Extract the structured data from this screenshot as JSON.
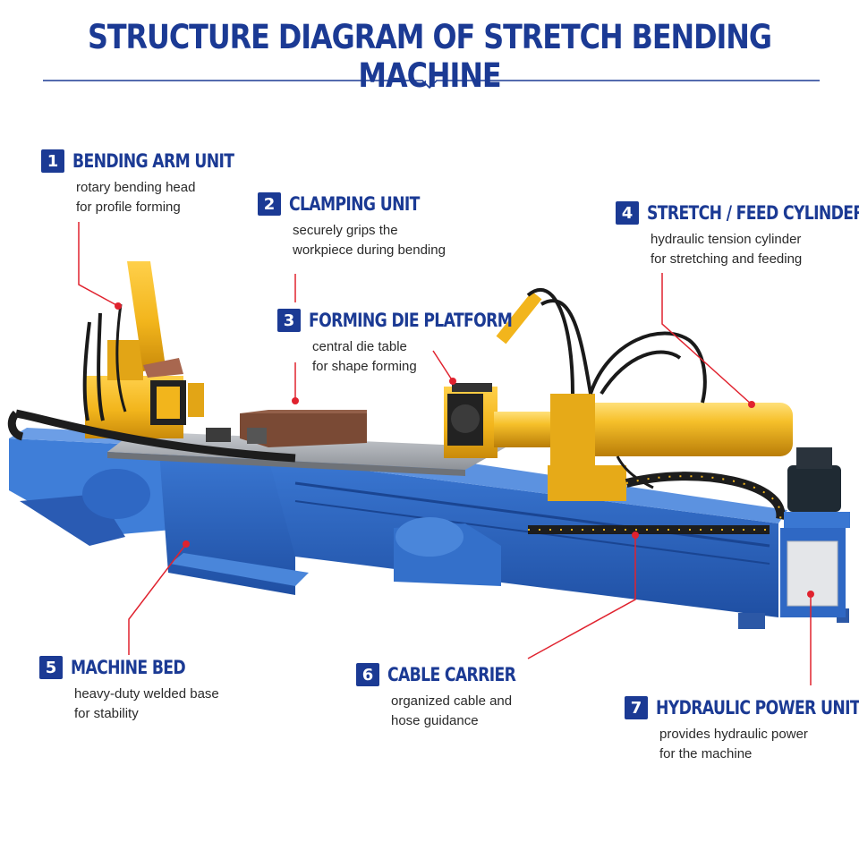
{
  "title": "STRUCTURE DIAGRAM OF STRETCH BENDING MACHINE",
  "colors": {
    "brand_blue": "#1b3a94",
    "machine_blue": "#2f68c4",
    "machine_yellow": "#f2b51c",
    "leader_red": "#e0222e",
    "die_brown": "#7a4a35"
  },
  "callouts": [
    {
      "number": "1",
      "heading": "BENDING ARM UNIT",
      "lines": [
        "rotary bending head",
        "for profile forming"
      ]
    },
    {
      "number": "2",
      "heading": "CLAMPING UNIT",
      "lines": [
        "securely grips the",
        "workpiece during bending"
      ]
    },
    {
      "number": "3",
      "heading": "FORMING DIE PLATFORM",
      "lines": [
        "central die table",
        "for shape forming"
      ]
    },
    {
      "number": "4",
      "heading": "STRETCH / FEED CYLINDER",
      "lines": [
        "hydraulic tension cylinder",
        "for stretching and feeding"
      ]
    },
    {
      "number": "5",
      "heading": "MACHINE BED",
      "lines": [
        "heavy-duty welded base",
        "for stability"
      ]
    },
    {
      "number": "6",
      "heading": "CABLE CARRIER",
      "lines": [
        "organized cable and",
        "hose guidance"
      ]
    },
    {
      "number": "7",
      "heading": "HYDRAULIC POWER UNIT",
      "lines": [
        "provides hydraulic power",
        "for the machine"
      ]
    }
  ]
}
